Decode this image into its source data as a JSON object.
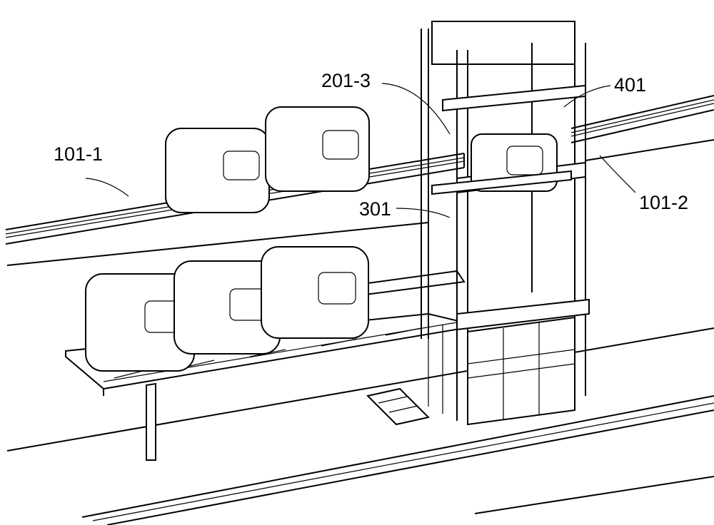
{
  "figure": {
    "labels": {
      "l201_3": "201-3",
      "l401": "401",
      "l101_1": "101-1",
      "l101_2": "101-2",
      "l301": "301"
    }
  }
}
